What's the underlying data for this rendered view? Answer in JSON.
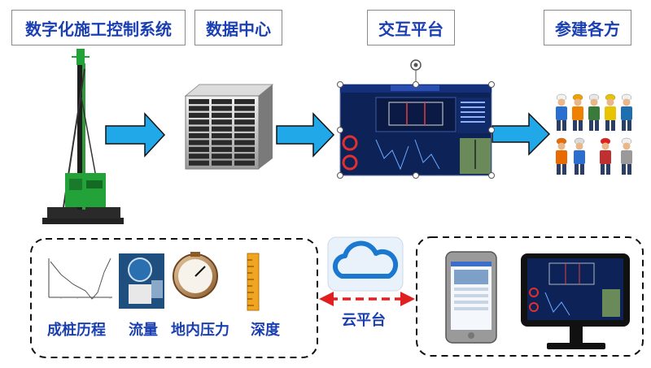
{
  "headers": {
    "system": "数字化施工控制系统",
    "datacenter": "数据中心",
    "platform": "交互平台",
    "parties": "参建各方"
  },
  "sensors": [
    "成桩历程",
    "流量",
    "地内压力",
    "深度"
  ],
  "cloud_label": "云平台",
  "colors": {
    "text_blue": "#1a3fb0",
    "arrow_blue": "#20a8e8",
    "arrow_red": "#e02020",
    "dashboard_bg": "#0d2358",
    "rig_green": "#23a23a"
  }
}
